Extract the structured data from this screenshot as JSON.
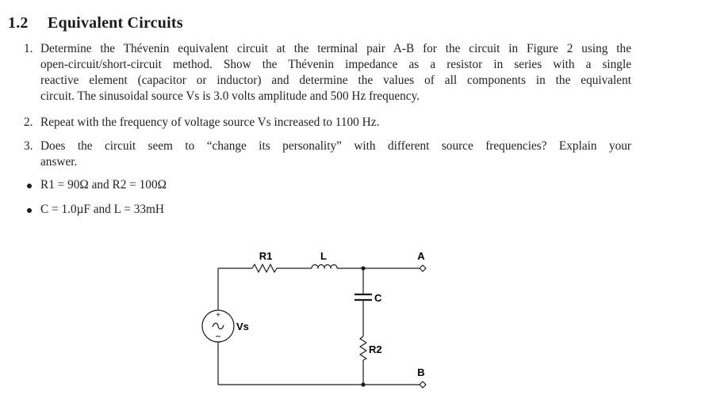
{
  "section": {
    "number": "1.2",
    "title": "Equivalent Circuits"
  },
  "items": [
    {
      "number": "1.",
      "lines": [
        "Determine the Thévenin equivalent circuit at the terminal pair A-B for the circuit in Figure 2 using the",
        "open-circuit/short-circuit method. Show the Thévenin impedance as a resistor in series with a single",
        "reactive element (capacitor or inductor) and determine the values of all components in the equivalent",
        "circuit. The sinusoidal source Vs is 3.0 volts amplitude and 500 Hz frequency."
      ]
    },
    {
      "number": "2.",
      "lines": [
        "Repeat with the frequency of voltage source Vs increased to 1100 Hz."
      ]
    },
    {
      "number": "3.",
      "lines": [
        "Does the circuit seem to “change its personality” with different source frequencies? Explain your",
        "answer."
      ]
    }
  ],
  "bullets": [
    "R1 = 90Ω and R2 = 100Ω",
    "C = 1.0µF and L = 33mH"
  ],
  "circuit": {
    "labels": {
      "r1": "R1",
      "l": "L",
      "c": "C",
      "r2": "R2",
      "vs": "Vs",
      "a": "A",
      "b": "B",
      "plus": "+",
      "minus": "−"
    },
    "values": {
      "R1": "90Ω",
      "R2": "100Ω",
      "C": "1.0µF",
      "L": "33mH",
      "Vs_amplitude": "3.0 V",
      "Vs_frequency_1": "500 Hz",
      "Vs_frequency_2": "1100 Hz"
    }
  }
}
